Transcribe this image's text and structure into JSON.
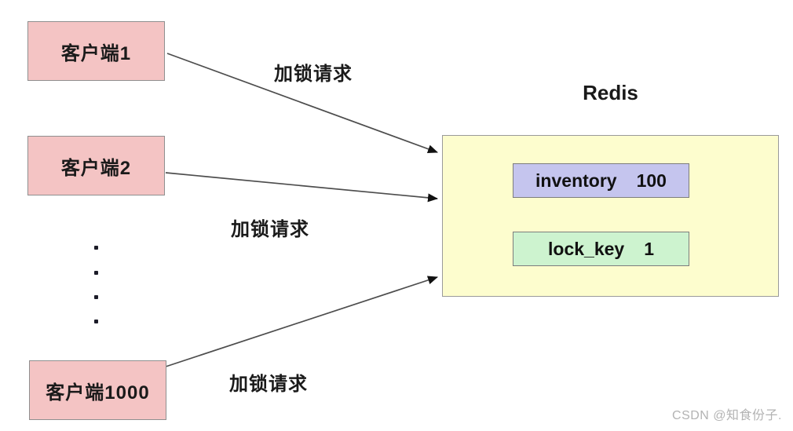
{
  "clients": [
    {
      "label": "客户端1"
    },
    {
      "label": "客户端2"
    },
    {
      "label": "客户端1000"
    }
  ],
  "arrow_labels": [
    "加锁请求",
    "加锁请求",
    "加锁请求"
  ],
  "redis": {
    "title": "Redis",
    "entries": [
      {
        "key": "inventory",
        "value": "100"
      },
      {
        "key": "lock_key",
        "value": "1"
      }
    ]
  },
  "watermark": "CSDN @知食份子.",
  "colors": {
    "client_box": "#f4c4c4",
    "redis_box": "#fdfdce",
    "inventory_entry": "#c5c5ee",
    "lock_key_entry": "#cdf3cf",
    "arrow_line": "#4d4d4d",
    "arrowhead": "#111111",
    "watermark_text": "#b3b3b3"
  }
}
